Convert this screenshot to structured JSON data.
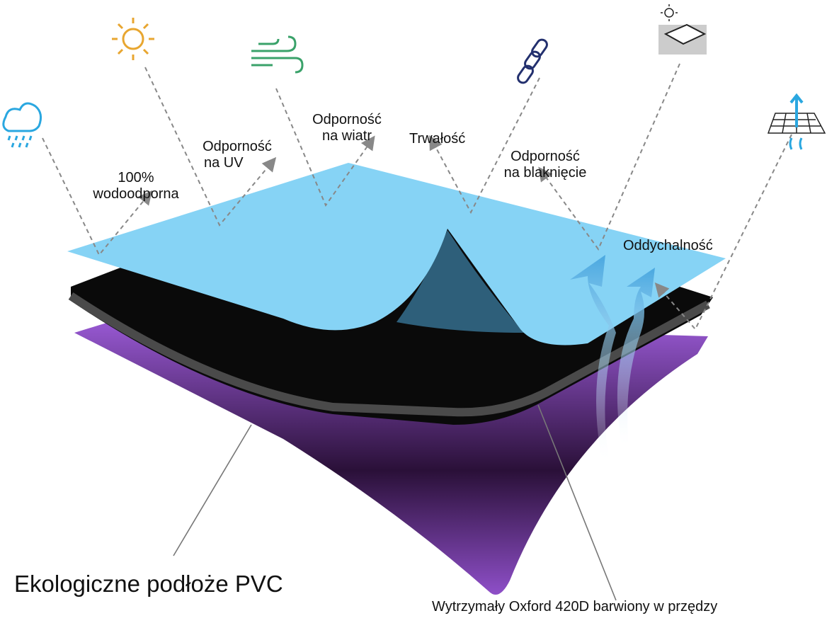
{
  "features": [
    {
      "icon": "rain-cloud-icon",
      "line1": "100%",
      "line2": "wodoodporna"
    },
    {
      "icon": "sun-icon",
      "line1": "Odporność",
      "line2": "na UV"
    },
    {
      "icon": "wind-icon",
      "line1": "Odporność",
      "line2": "na wiatr"
    },
    {
      "icon": "chain-link-icon",
      "line1": "Trwałość",
      "line2": ""
    },
    {
      "icon": "sun-fade-icon",
      "line1": "Odporność",
      "line2": "na blaknięcie"
    },
    {
      "icon": "breathable-mesh-icon",
      "line1": "Oddychalność",
      "line2": ""
    }
  ],
  "layers": {
    "bottom_label": "Ekologiczne podłoże PVC",
    "middle_label": "Wytrzymały Oxford 420D barwiony w przędzy"
  },
  "colors": {
    "top": "#86d3f5",
    "middle": "#0a0a0a",
    "bottom": "#8e4fc8",
    "icon_blue": "#2aa7e0",
    "icon_orange": "#e8a630",
    "icon_green": "#3aa26a",
    "icon_navy": "#23306e"
  }
}
